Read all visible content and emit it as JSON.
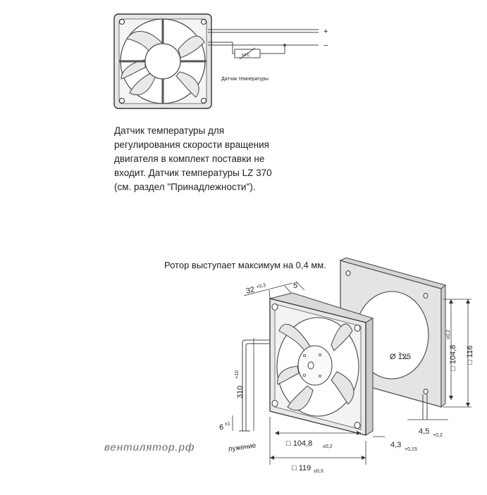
{
  "top_diagram": {
    "plus_label": "+",
    "minus_label": "−",
    "ntc_label": "NTC",
    "sensor_label": "Датчик температуры"
  },
  "note_lines": [
    "Датчик температуры для",
    "регулирования скорости вращения",
    "двигателя в комплект поставки не",
    "входит. Датчик температуры LZ 370",
    "(см. раздел \"Принадлежности\")."
  ],
  "bottom_diagram": {
    "rotor_note": "Ротор выступает максимум на 0,4 мм.",
    "dim_32": "32",
    "dim_32_tol": "+0,3",
    "dim_5": "5",
    "dim_310": "310",
    "dim_310_tol": "+10",
    "dim_6": "6",
    "dim_6_tol": "±1",
    "wire_label": "лужение",
    "dim_d125": "Ø 125",
    "dim_104_8_v": "□ 104,8",
    "dim_104_8_v_tol": "±0,2",
    "dim_116": "□ 116",
    "dim_4_5": "4,5",
    "dim_4_5_tol": "+0,2",
    "dim_4_3": "4,3",
    "dim_4_3_tol": "+0,15",
    "dim_104_8_h": "□ 104,8",
    "dim_104_8_h_tol": "±0,2",
    "dim_119": "□ 119",
    "dim_119_tol": "±0,3",
    "watermark": "вентилятор.рф"
  }
}
